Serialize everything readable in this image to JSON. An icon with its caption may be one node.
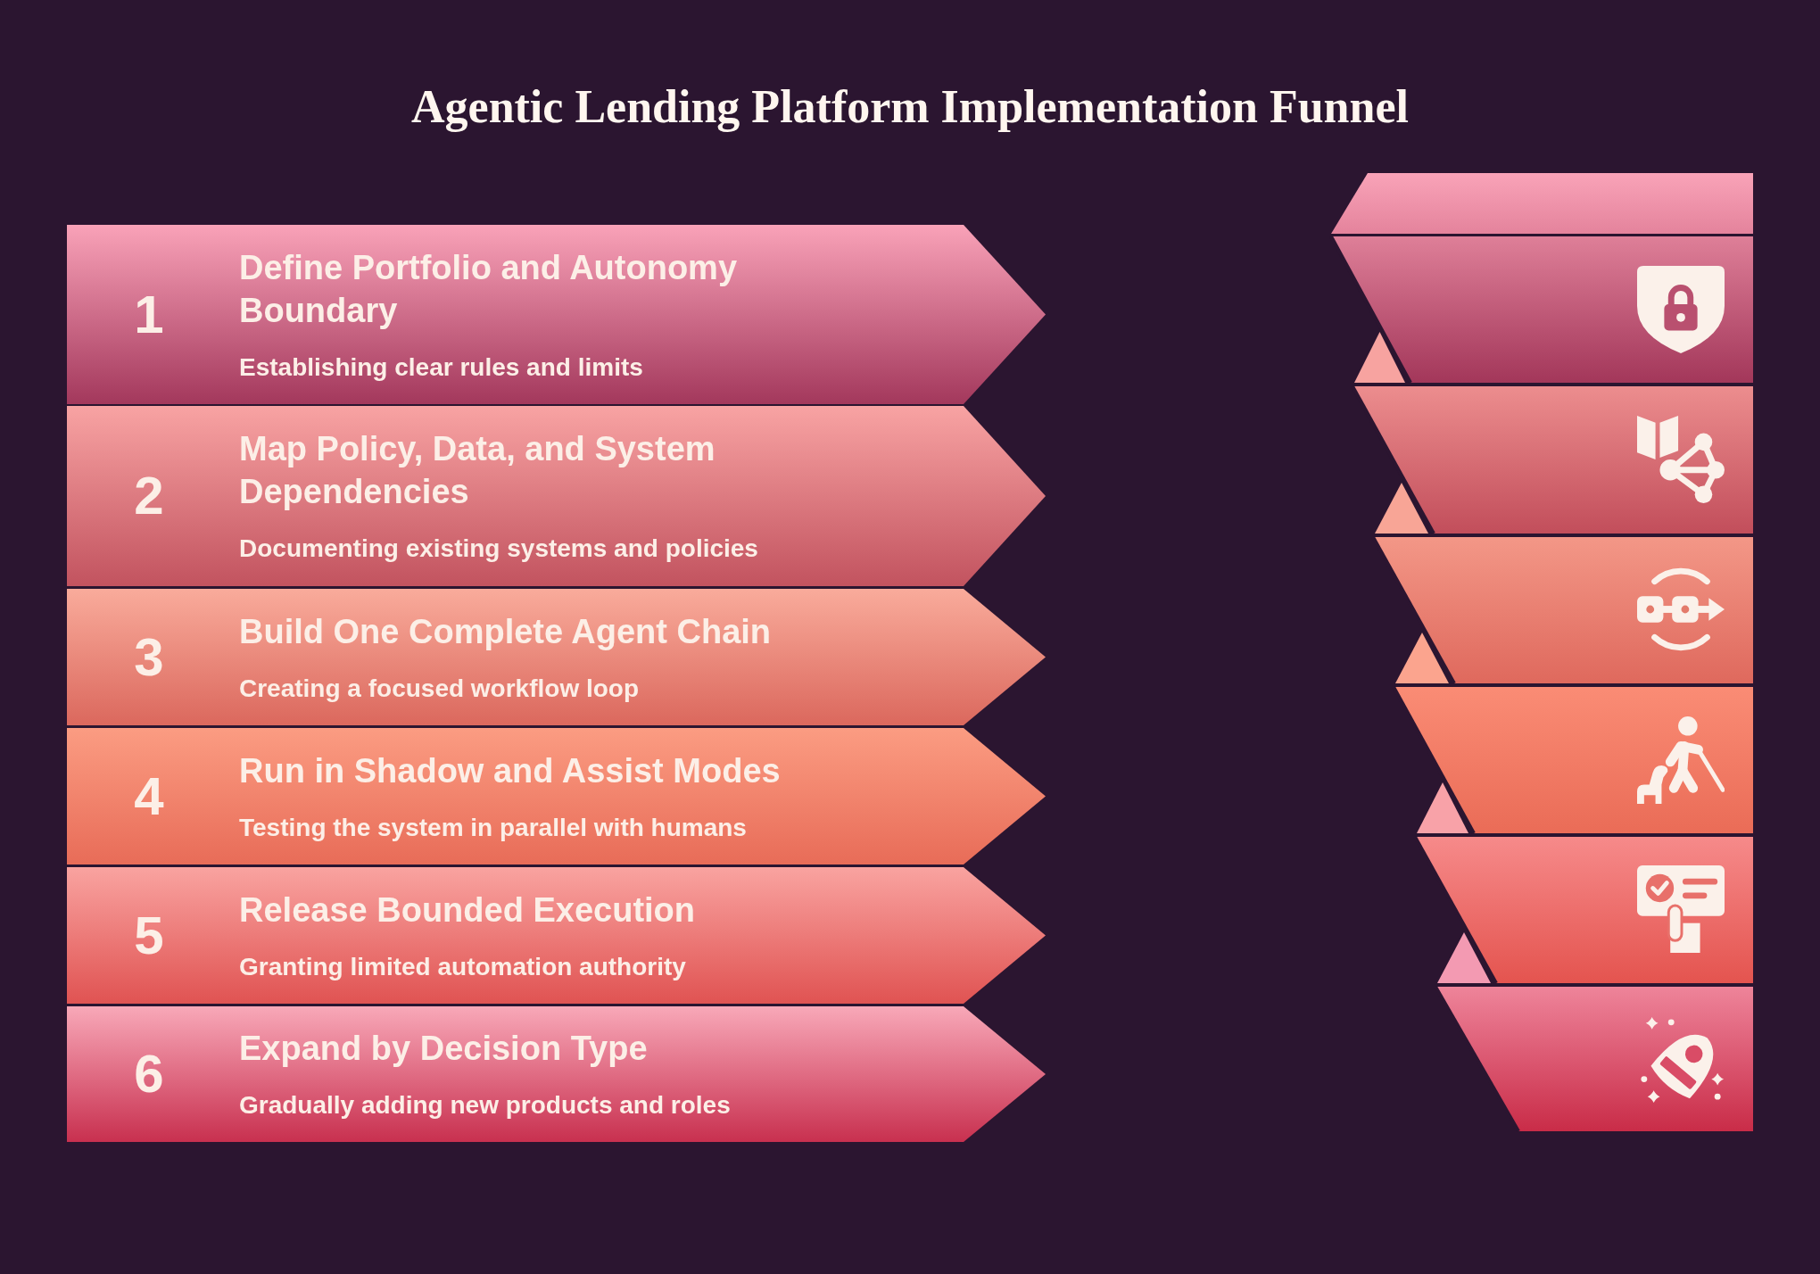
{
  "diagram": {
    "title": "Agentic Lending Platform Implementation Funnel",
    "nodes": [
      {
        "text": [
          "1",
          "Define Portfolio and Autonomy Boundary",
          "Establishing clear rules and limits"
        ]
      },
      {
        "text": [
          "2",
          "Map Policy, Data, and System Dependencies",
          "Documenting existing systems and policies"
        ]
      },
      {
        "text": [
          "3",
          "Build One Complete Agent Chain",
          "Creating a focused workflow loop"
        ]
      },
      {
        "text": [
          "4",
          "Run in Shadow and Assist Modes",
          "Testing the system in parallel with humans"
        ]
      },
      {
        "text": [
          "5",
          "Release Bounded Execution",
          "Granting limited automation authority"
        ]
      },
      {
        "text": [
          "6",
          "Expand by Decision Type",
          "Gradually adding new products and roles"
        ]
      }
    ]
  }
}
